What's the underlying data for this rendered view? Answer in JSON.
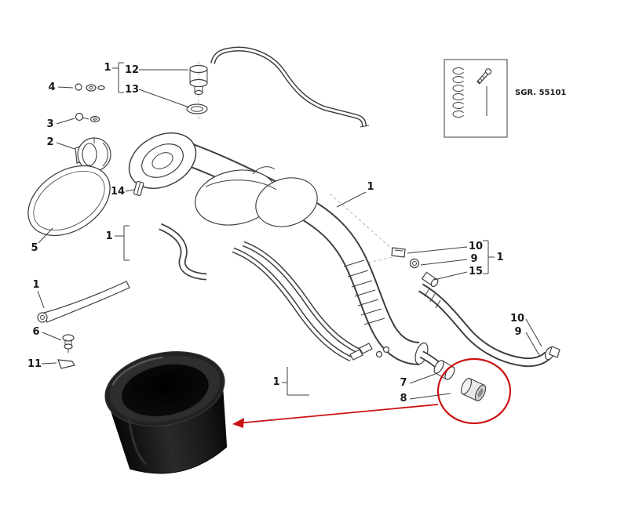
{
  "image": {
    "type": "exploded-parts-diagram",
    "subject": "fuel filler pipe assembly with rubber sleeve photo",
    "reference_code": "SGR. 55101"
  },
  "colors": {
    "line": "#3f3f3f",
    "label_text": "#1a1a1a",
    "highlight_red": "#cc1111",
    "background": "#ffffff",
    "photo_part_dark": "#111111"
  },
  "labels": {
    "top_assembly": "1",
    "n12": "12",
    "n13": "13",
    "n4": "4",
    "n3": "3",
    "n2": "2",
    "n14": "14",
    "n5": "5",
    "mid_hose": "1",
    "strap": "1",
    "n6": "6",
    "n11": "11",
    "main_pipe": "1",
    "n10_upper": "10",
    "n9_upper": "9",
    "n15": "15",
    "fitting_group": "1",
    "n10_lower": "10",
    "n9_lower": "9",
    "n7": "7",
    "n8": "8",
    "twin_hoses": "1"
  }
}
